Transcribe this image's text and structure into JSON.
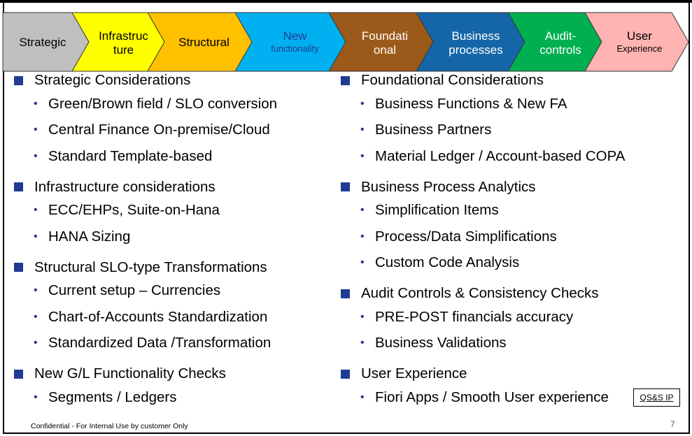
{
  "process_steps": [
    {
      "line1": "Strategic",
      "line2": "",
      "small2": false,
      "fill": "#bfbfbf",
      "text_color": "#000000"
    },
    {
      "line1": "Infrastruc",
      "line2": "ture",
      "small2": false,
      "fill": "#ffff00",
      "text_color": "#000000"
    },
    {
      "line1": "Structural",
      "line2": "",
      "small2": false,
      "fill": "#ffc000",
      "text_color": "#000000"
    },
    {
      "line1": "New",
      "line2": "functionality",
      "small2": true,
      "fill": "#00b0f0",
      "text_color": "#1f3b93"
    },
    {
      "line1": "Foundati",
      "line2": "onal",
      "small2": false,
      "fill": "#9c5a1a",
      "text_color": "#ffffff"
    },
    {
      "line1": "Business",
      "line2": "processes",
      "small2": false,
      "fill": "#1566a8",
      "text_color": "#ffffff"
    },
    {
      "line1": "Audit-",
      "line2": "controls",
      "small2": false,
      "fill": "#00b050",
      "text_color": "#ffffff"
    },
    {
      "line1": "User",
      "line2": "Experience",
      "small2": true,
      "fill": "#ffb3b3",
      "text_color": "#000000"
    }
  ],
  "left_column": [
    {
      "heading": "Strategic Considerations",
      "bullets": [
        "Green/Brown field / SLO conversion",
        "Central Finance On-premise/Cloud",
        "Standard Template-based"
      ]
    },
    {
      "heading": "Infrastructure considerations",
      "bullets": [
        "ECC/EHPs, Suite-on-Hana",
        "HANA Sizing"
      ]
    },
    {
      "heading": "Structural SLO-type Transformations",
      "bullets": [
        "Current setup – Currencies",
        "Chart-of-Accounts Standardization",
        "Standardized Data /Transformation"
      ]
    },
    {
      "heading": "New G/L Functionality Checks",
      "bullets": [
        "Segments / Ledgers"
      ]
    }
  ],
  "right_column": [
    {
      "heading": "Foundational Considerations",
      "bullets": [
        "Business Functions & New FA",
        "Business Partners",
        "Material Ledger / Account-based COPA"
      ]
    },
    {
      "heading": "Business Process Analytics",
      "bullets": [
        "Simplification Items",
        "Process/Data Simplifications",
        "Custom Code Analysis"
      ]
    },
    {
      "heading": "Audit Controls & Consistency Checks",
      "bullets": [
        "PRE-POST financials accuracy",
        "Business Validations"
      ]
    },
    {
      "heading": "User Experience",
      "bullets": [
        "Fiori Apps / Smooth User experience"
      ]
    }
  ],
  "footer": {
    "confidential": "Confidential - For Internal Use by customer Only",
    "ip_badge": "QS&S IP",
    "page_number": "7"
  },
  "colors": {
    "bullet_blue": "#1f3b93"
  }
}
